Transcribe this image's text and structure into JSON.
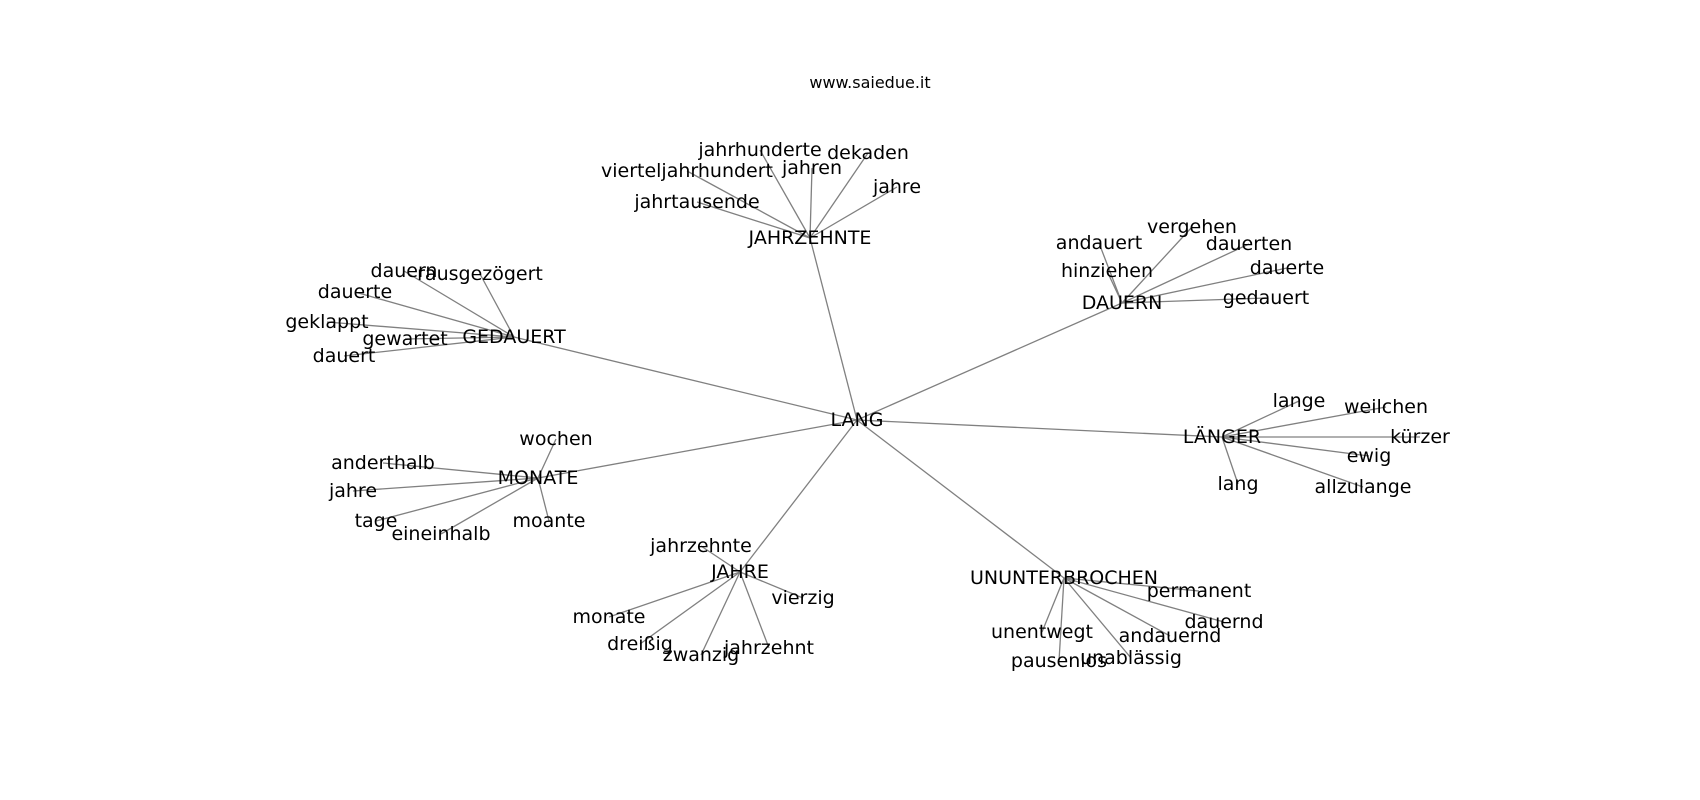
{
  "title": "www.saiedue.it",
  "graph": {
    "center": "LANG",
    "hubs": [
      {
        "label": "JAHRZEHNTE",
        "leaves": [
          "jahrhunderte",
          "dekaden",
          "vierteljahrhundert",
          "jahren",
          "jahre",
          "jahrtausende"
        ]
      },
      {
        "label": "DAUERN",
        "leaves": [
          "andauert",
          "vergehen",
          "dauerten",
          "hinziehen",
          "dauerte",
          "gedauert"
        ]
      },
      {
        "label": "GEDAUERT",
        "leaves": [
          "dauern",
          "rausgezögert",
          "dauerte",
          "geklappt",
          "gewartet",
          "dauert"
        ]
      },
      {
        "label": "LÄNGER",
        "leaves": [
          "lange",
          "weilchen",
          "kürzer",
          "ewig",
          "lang",
          "allzulange"
        ]
      },
      {
        "label": "MONATE",
        "leaves": [
          "wochen",
          "anderthalb",
          "jahre",
          "tage",
          "eineinhalb",
          "moante"
        ]
      },
      {
        "label": "JAHRE",
        "leaves": [
          "jahrzehnte",
          "vierzig",
          "monate",
          "dreißig",
          "zwanzig",
          "jahrzehnt"
        ]
      },
      {
        "label": "UNUNTERBROCHEN",
        "leaves": [
          "permanent",
          "dauernd",
          "andauernd",
          "unentwegt",
          "unablässig",
          "pausenlos"
        ]
      }
    ]
  }
}
